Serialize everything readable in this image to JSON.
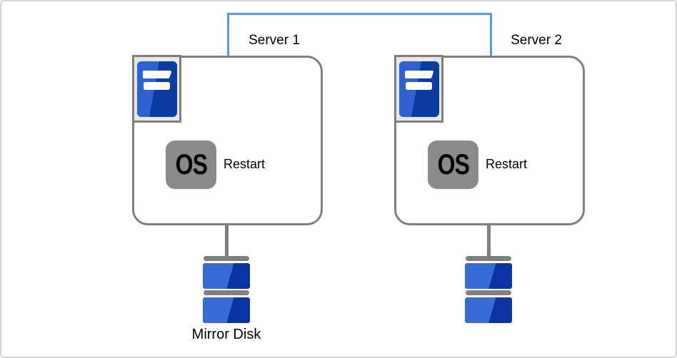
{
  "diagram": {
    "type": "ha-cluster-mirror-disk",
    "link": {
      "name": "server-interconnect-link",
      "color": "#5b9bd5"
    },
    "colors": {
      "box_border": "#7f7f7f",
      "canvas_border": "#d4d4d4",
      "icon_frame_bg": "#e7e7e7",
      "os_badge_bg": "#8a8a8a",
      "tower_blue_dark": "#0b3aa2",
      "tower_blue_light": "#2f62cf",
      "disk_blue_dark": "#0a34a0",
      "disk_blue_light": "#3a6ad4",
      "connector_gray": "#7f7f7f"
    },
    "icons": [
      {
        "name": "tower-server-icon",
        "meaning": "server machine"
      },
      {
        "name": "os-icon",
        "meaning": "operating system badge"
      },
      {
        "name": "stacked-disk-icon",
        "meaning": "mirrored disk volume"
      }
    ]
  },
  "servers": [
    {
      "label": "Server 1",
      "os_label": "OS",
      "action_label": "Restart",
      "disk_label": "Mirror Disk"
    },
    {
      "label": "Server 2",
      "os_label": "OS",
      "action_label": "Restart",
      "disk_label": ""
    }
  ]
}
